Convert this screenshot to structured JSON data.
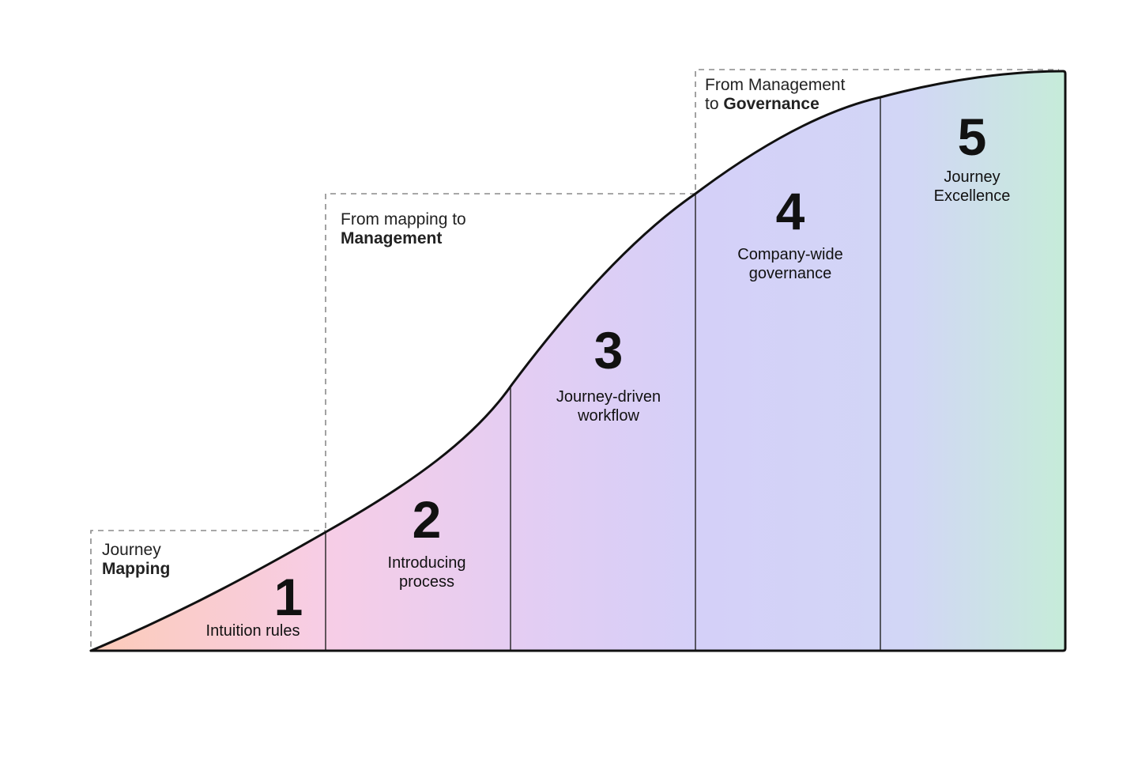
{
  "regions": [
    {
      "light": "Journey",
      "strong": "Mapping"
    },
    {
      "light": "From mapping to",
      "strong": "Management"
    },
    {
      "light": "From Management",
      "prefix": "to",
      "strong": "Governance"
    }
  ],
  "stages": [
    {
      "number": "1",
      "label": "Intuition rules"
    },
    {
      "number": "2",
      "label": "Introducing\nprocess"
    },
    {
      "number": "3",
      "label": "Journey-driven\nworkflow"
    },
    {
      "number": "4",
      "label": "Company-wide\ngovernance"
    },
    {
      "number": "5",
      "label": "Journey\nExcellence"
    }
  ],
  "colors": {
    "gradient": [
      "#fccbb8",
      "#f7cde6",
      "#e3cdf3",
      "#d4d0f8",
      "#d2d6f6",
      "#c6ecd9"
    ],
    "curve": "#111111",
    "dashed": "#8a8a8a"
  }
}
